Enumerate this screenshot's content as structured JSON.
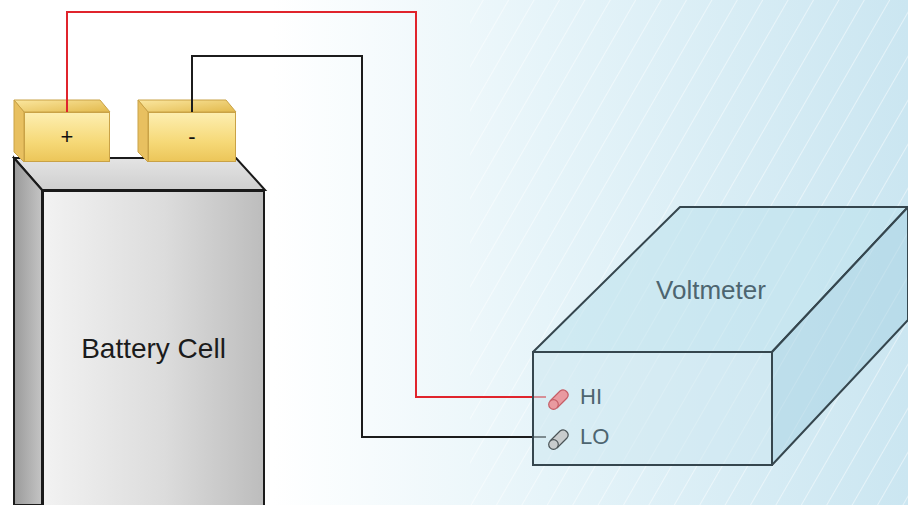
{
  "diagram": {
    "nodes": [
      {
        "text": [
          "+"
        ]
      },
      {
        "text": [
          "-"
        ]
      },
      {
        "text": [
          "Battery Cell"
        ]
      },
      {
        "text": [
          "Voltmeter"
        ]
      },
      {
        "text": [
          "HI"
        ],
        "in": 3
      },
      {
        "text": [
          "LO"
        ],
        "in": 3
      }
    ],
    "edges": [
      {
        "from": 0,
        "to": 4,
        "arrow": "none"
      },
      {
        "from": 1,
        "to": 5,
        "arrow": "none"
      }
    ]
  }
}
